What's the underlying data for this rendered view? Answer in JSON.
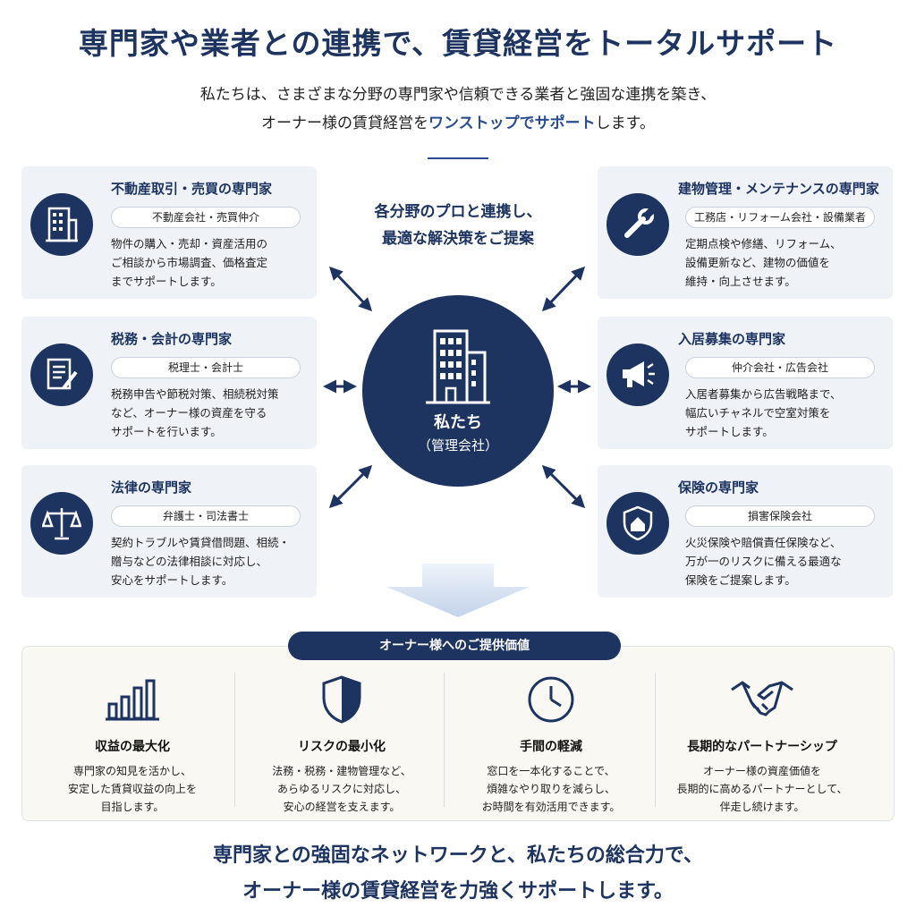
{
  "header": {
    "title": "専門家や業者との連携で、賃貸経営をトータルサポート",
    "intro_line1": "私たちは、さまざまな分野の専門家や信頼できる業者と強固な連携を築き、",
    "intro_line2_pre": "オーナー様の賃貸経営を",
    "intro_line2_highlight": "ワンストップでサポート",
    "intro_line2_post": "します。"
  },
  "center": {
    "tagline_line1": "各分野のプロと連携し、",
    "tagline_line2": "最適な解決策をご提案",
    "hub_name": "私たち",
    "hub_sub": "（管理会社）"
  },
  "cards": [
    {
      "title": "不動産取引・売買の専門家",
      "pill": "不動産会社・売買仲介",
      "desc": [
        "物件の購入・売却・資産活用の",
        "ご相談から市場調査、価格査定",
        "までサポートします。"
      ],
      "icon": "building-icon"
    },
    {
      "title": "税務・会計の専門家",
      "pill": "税理士・会計士",
      "desc": [
        "税務申告や節税対策、相続税対策",
        "など、オーナー様の資産を守る",
        "サポートを行います。"
      ],
      "icon": "document-pen-icon"
    },
    {
      "title": "法律の専門家",
      "pill": "弁護士・司法書士",
      "desc": [
        "契約トラブルや賃貸借問題、相続・",
        "贈与などの法律相談に対応し、",
        "安心をサポートします。"
      ],
      "icon": "scales-icon"
    },
    {
      "title": "建物管理・メンテナンスの専門家",
      "pill": "工務店・リフォーム会社・設備業者",
      "desc": [
        "定期点検や修繕、リフォーム、",
        "設備更新など、建物の価値を",
        "維持・向上させます。"
      ],
      "icon": "wrench-icon"
    },
    {
      "title": "入居募集の専門家",
      "pill": "仲介会社・広告会社",
      "desc": [
        "入居者募集から広告戦略まで、",
        "幅広いチャネルで空室対策を",
        "サポートします。"
      ],
      "icon": "megaphone-icon"
    },
    {
      "title": "保険の専門家",
      "pill": "損害保険会社",
      "desc": [
        "火災保険や賠償責任保険など、",
        "万が一のリスクに備える最適な",
        "保険をご提案します。"
      ],
      "icon": "shield-house-icon"
    }
  ],
  "value": {
    "label": "オーナー様へのご提供価値",
    "items": [
      {
        "title": "収益の最大化",
        "desc": [
          "専門家の知見を活かし、",
          "安定した賃貸収益の向上を",
          "目指します。"
        ],
        "icon": "bar-chart-icon"
      },
      {
        "title": "リスクの最小化",
        "desc": [
          "法務・税務・建物管理など、",
          "あらゆるリスクに対応し、",
          "安心の経営を支えます。"
        ],
        "icon": "shield-icon"
      },
      {
        "title": "手間の軽減",
        "desc": [
          "窓口を一本化することで、",
          "煩雑なやり取りを減らし、",
          "お時間を有効活用できます。"
        ],
        "icon": "clock-icon"
      },
      {
        "title": "長期的なパートナーシップ",
        "desc": [
          "オーナー様の資産価値を",
          "長期的に高めるパートナーとして、",
          "伴走し続けます。"
        ],
        "icon": "handshake-icon"
      }
    ]
  },
  "closing": {
    "line1": "専門家との強固なネットワークと、私たちの総合力で、",
    "line2": "オーナー様の賃貸経営を力強くサポートします。"
  },
  "colors": {
    "navy": "#1d3461",
    "accent": "#2a4d8f",
    "card_bg": "#eff3f8"
  }
}
